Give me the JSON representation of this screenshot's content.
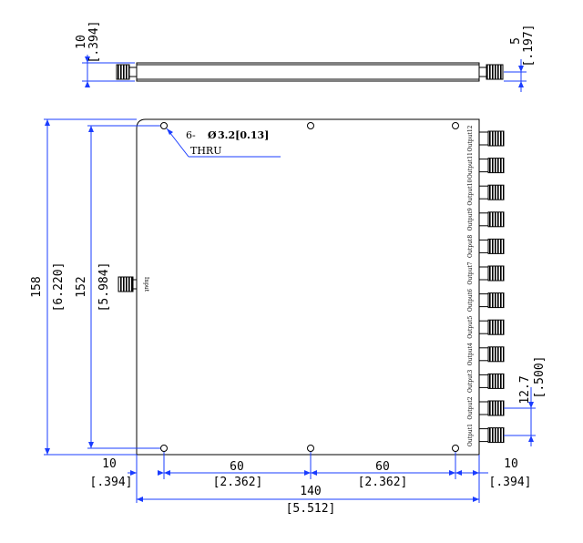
{
  "dimensions": {
    "side_height": "10",
    "side_height_in": "[.394]",
    "connector_len": "5",
    "connector_len_in": "[.197]",
    "overall_height": "158",
    "overall_height_in": "[6.220]",
    "hole_span_v": "152",
    "hole_span_v_in": "[5.984]",
    "edge_left": "10",
    "edge_left_in": "[.394]",
    "pitch_left": "60",
    "pitch_left_in": "[2.362]",
    "pitch_right": "60",
    "pitch_right_in": "[2.362]",
    "edge_right": "10",
    "edge_right_in": "[.394]",
    "overall_width": "140",
    "overall_width_in": "[5.512]",
    "port_pitch": "12.7",
    "port_pitch_in": "[.500]"
  },
  "hole_note": {
    "prefix": "6- ",
    "diameter_symbol": "Ø",
    "spec": "3.2[0.13]",
    "thru": "THRU"
  },
  "ports": {
    "input_label": "Input",
    "outputs": [
      "Output12",
      "Output11",
      "Output10",
      "Output9",
      "Output8",
      "Output7",
      "Output6",
      "Output5",
      "Output4",
      "Output3",
      "Output2",
      "Output1"
    ]
  }
}
